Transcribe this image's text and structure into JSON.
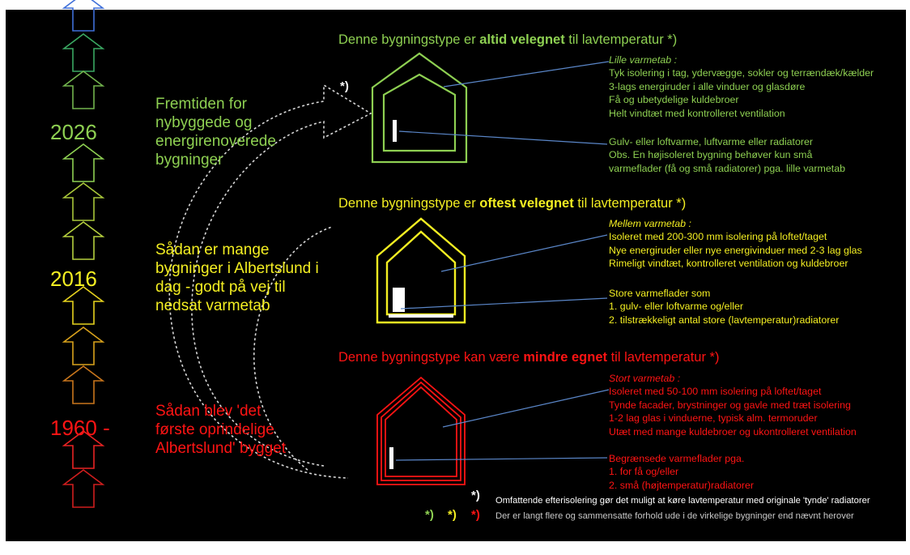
{
  "timeline": {
    "years": [
      {
        "label": "2026",
        "color": "#8ed052"
      },
      {
        "label": "2016",
        "color": "#f4ef22"
      },
      {
        "label": "1960 -",
        "color": "#ff1414"
      }
    ],
    "arrow_colors": [
      "#3f6fd8",
      "#3aa862",
      "#72b44e",
      "#8ed052",
      "#a8c63a",
      "#b5cf3e",
      "#e6d21e",
      "#d9a21c",
      "#c9761c",
      "#e82323",
      "#cf1e1e",
      "#c0183e",
      "#9b2aa8"
    ]
  },
  "eras": {
    "future": {
      "text": "Fremtiden for nybyggede og energirenoverede bygninger"
    },
    "today": {
      "text": "Sådan er mange bygninger i Albertslund i dag - godt på vej til nedsat varmetab"
    },
    "original": {
      "text": "Sådan blev 'det første oprindelige Albertslund' bygget"
    }
  },
  "buildings": {
    "green": {
      "color": "#8ed052",
      "heading_pre": "Denne bygningstype er ",
      "heading_bold": "altid velegnet",
      "heading_post": " til lavtemperatur  *)",
      "loss_label": "Lille varmetab :",
      "loss_lines": [
        "Tyk isolering i tag, ydervægge, sokler og terrændæk/kælder",
        "3-lags energiruder i alle vinduer og glasdøre",
        "Få og ubetydelige kuldebroer",
        "Helt vindtæt med kontrolleret ventilation"
      ],
      "heat_lines": [
        "Gulv- eller loftvarme, luftvarme eller radiatorer",
        "Obs.  En højisoleret bygning behøver kun små",
        "varmeflader (få og små radiatorer) pga. lille varmetab"
      ]
    },
    "yellow": {
      "color": "#f4ef22",
      "heading_pre": "Denne bygningstype er ",
      "heading_bold": "oftest velegnet",
      "heading_post": " til lavtemperatur  *)",
      "loss_label": "Mellem varmetab :",
      "loss_lines": [
        "Isoleret med 200-300 mm isolering på loftet/taget",
        "Nye energiruder eller nye energivinduer med 2-3 lag glas",
        "Rimeligt vindtæt, kontrolleret ventilation og kuldebroer"
      ],
      "heat_lines": [
        "Store varmeflader som",
        "1. gulv- eller loftvarme og/eller",
        "2. tilstrækkeligt antal store (lavtemperatur)radiatorer"
      ]
    },
    "red": {
      "color": "#ff1414",
      "heading_pre": "Denne bygningstype kan være ",
      "heading_bold": "mindre egnet",
      "heading_post": " til lavtemperatur  *)",
      "loss_label": "Stort varmetab :",
      "loss_lines": [
        "Isoleret med 50-100 mm isolering på loftet/taget",
        "Tynde facader, brystninger og gavle med træt isolering",
        "1-2 lag glas i vinduerne, typisk alm. termoruder",
        "Utæt med mange kuldebroer og ukontrolleret ventilation"
      ],
      "heat_lines": [
        "Begrænsede varmeflader pga.",
        "1. for få og/eller",
        "2. små (højtemperatur)radiatorer"
      ]
    }
  },
  "footnotes": {
    "star_marker": "*)",
    "upgrade_note": "Omfattende efterisolering gør det muligt at køre lavtemperatur med originale 'tynde' radiatorer",
    "general_note": "Der er langt flere og sammensatte forhold ude i de virkelige bygninger end nævnt herover"
  }
}
